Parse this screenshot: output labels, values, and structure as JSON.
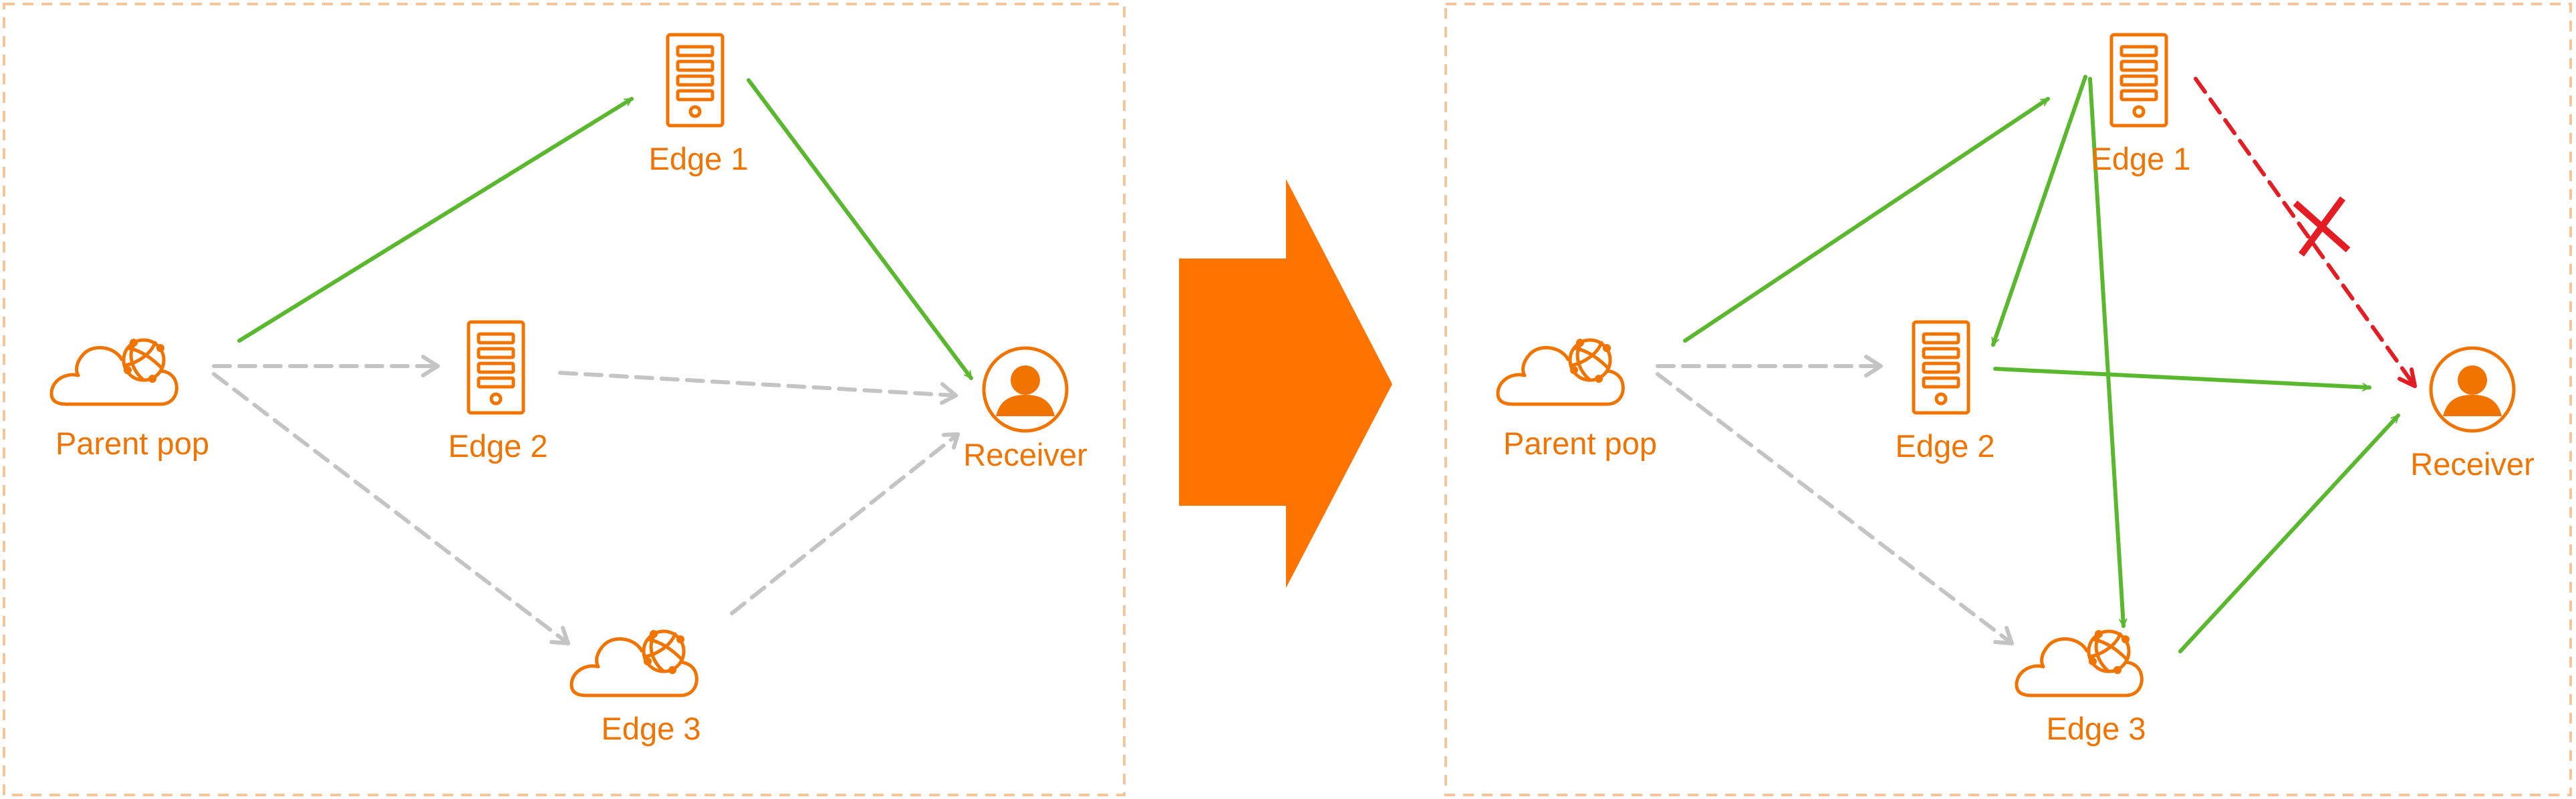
{
  "colors": {
    "accent_orange": "#f27400",
    "big_arrow": "#ff7400",
    "frame_border": "#f8c49a",
    "success_green": "#59b82e",
    "inactive_gray": "#c4c4c4",
    "failure_red": "#e41c24"
  },
  "before": {
    "nodes": {
      "parent_pop": {
        "label": "Parent pop",
        "icon": "cloud-network-icon"
      },
      "edge1": {
        "label": "Edge 1",
        "icon": "server-icon"
      },
      "edge2": {
        "label": "Edge 2",
        "icon": "server-icon"
      },
      "edge3": {
        "label": "Edge 3",
        "icon": "cloud-network-icon"
      },
      "receiver": {
        "label": "Receiver",
        "icon": "user-icon"
      }
    },
    "links": [
      {
        "from": "Parent pop",
        "to": "Edge 1",
        "style": "solid-green"
      },
      {
        "from": "Edge 1",
        "to": "Receiver",
        "style": "solid-green"
      },
      {
        "from": "Parent pop",
        "to": "Edge 2",
        "style": "dashed-gray"
      },
      {
        "from": "Edge 2",
        "to": "Receiver",
        "style": "dashed-gray"
      },
      {
        "from": "Parent pop",
        "to": "Edge 3",
        "style": "dashed-gray"
      },
      {
        "from": "Edge 3",
        "to": "Receiver",
        "style": "dashed-gray"
      }
    ]
  },
  "transition": {
    "icon": "right-arrow-icon"
  },
  "after": {
    "nodes": {
      "parent_pop": {
        "label": "Parent pop",
        "icon": "cloud-network-icon"
      },
      "edge1": {
        "label": "Edge 1",
        "icon": "server-icon"
      },
      "edge2": {
        "label": "Edge 2",
        "icon": "server-icon"
      },
      "edge3": {
        "label": "Edge 3",
        "icon": "cloud-network-icon"
      },
      "receiver": {
        "label": "Receiver",
        "icon": "user-icon"
      }
    },
    "links": [
      {
        "from": "Parent pop",
        "to": "Edge 1",
        "style": "solid-green"
      },
      {
        "from": "Edge 1",
        "to": "Edge 2",
        "style": "solid-green"
      },
      {
        "from": "Edge 1",
        "to": "Edge 3",
        "style": "solid-green"
      },
      {
        "from": "Edge 2",
        "to": "Receiver",
        "style": "solid-green"
      },
      {
        "from": "Edge 3",
        "to": "Receiver",
        "style": "solid-green"
      },
      {
        "from": "Parent pop",
        "to": "Edge 2",
        "style": "dashed-gray"
      },
      {
        "from": "Parent pop",
        "to": "Edge 3",
        "style": "dashed-gray"
      },
      {
        "from": "Edge 1",
        "to": "Receiver",
        "style": "dashed-red",
        "blocked": true
      }
    ],
    "failure_marker": {
      "icon": "cross-icon"
    }
  }
}
